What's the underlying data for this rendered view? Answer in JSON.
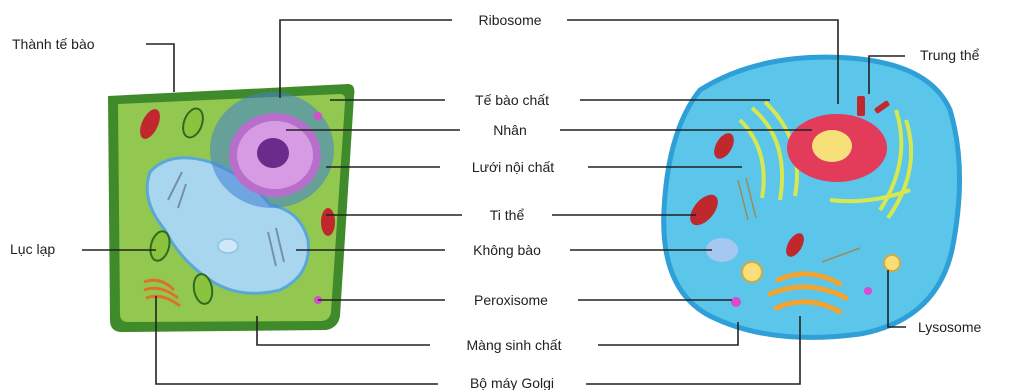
{
  "diagram": {
    "labels": {
      "cell_wall": "Thành tế bào",
      "ribosome": "Ribosome",
      "centrosome": "Trung thể",
      "cytoplasm": "Tế bào chất",
      "nucleus": "Nhân",
      "er": "Lưới nội chất",
      "mitochondria": "Ti thể",
      "chloroplast": "Lục lạp",
      "vacuole": "Không bào",
      "peroxisome": "Peroxisome",
      "lysosome": "Lysosome",
      "cell_membrane": "Màng sinh chất",
      "golgi": "Bộ máy Golgi"
    },
    "colors": {
      "plant_wall": "#3f8a2a",
      "plant_cytoplasm": "#93c850",
      "animal_cytoplasm": "#5cc5ea",
      "animal_membrane": "#2f9fd8",
      "nucleus_outer": "#c98ad8",
      "nucleolus": "#6b2b8a",
      "vacuole": "#a9d6ef",
      "mitochondria": "#c0282d",
      "chloroplast": "#8ac43f",
      "animal_nucleus": "#e23c5a",
      "animal_nucleolus": "#f7e07a",
      "golgi": "#f2a330",
      "peroxisome": "#d94ccf",
      "er": "#d7e84f"
    }
  }
}
